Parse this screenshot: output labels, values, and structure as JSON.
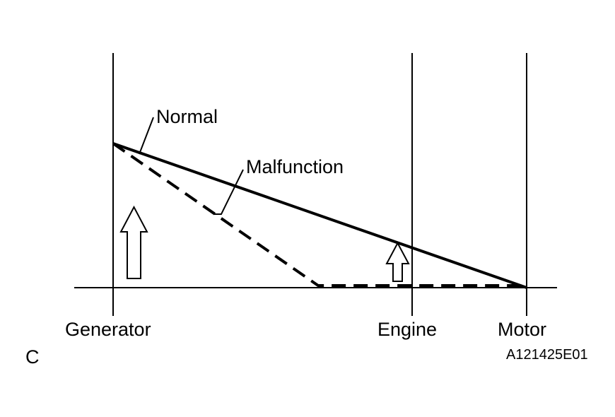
{
  "labels": {
    "normal": "Normal",
    "malfunction": "Malfunction",
    "generator": "Generator",
    "engine": "Engine",
    "motor": "Motor",
    "panel_letter": "C",
    "figure_code": "A121425E01"
  },
  "colors": {
    "ink": "#000000",
    "background": "#ffffff"
  }
}
